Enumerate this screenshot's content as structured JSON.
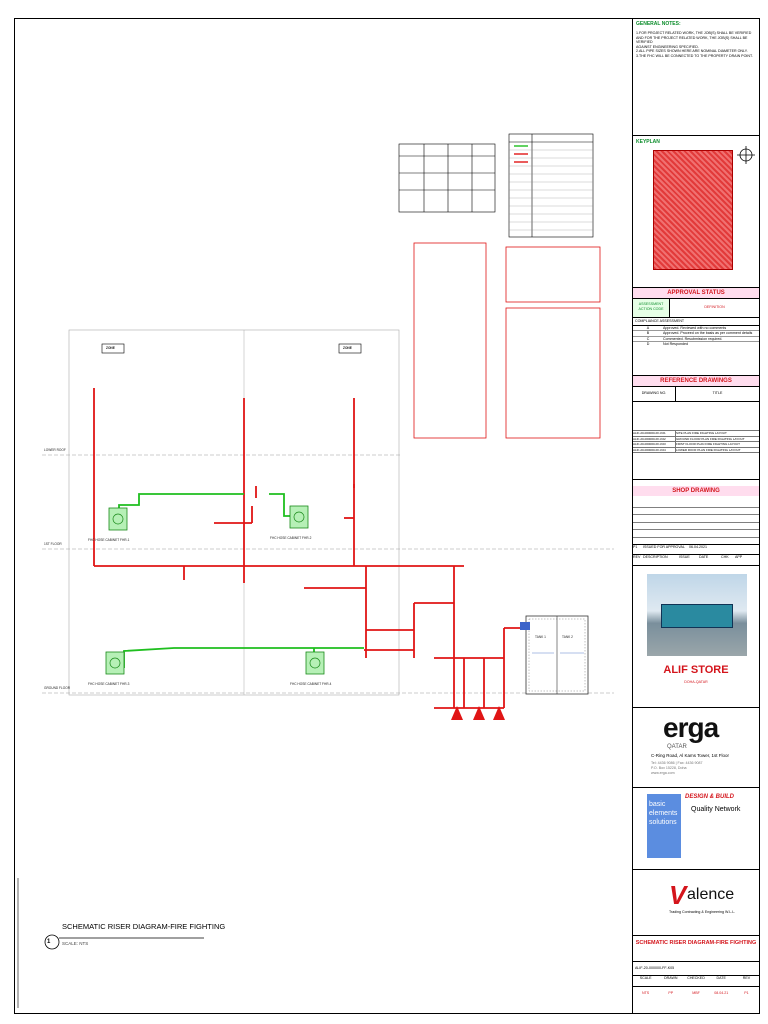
{
  "drawing": {
    "title": "SCHEMATIC RISER DIAGRAM-FIRE FIGHTING",
    "scale": "SCALE: NTS",
    "view_number": "1",
    "level_labels": [
      "LOWER ROOF",
      "1ST FLOOR",
      "GROUND FLOOR"
    ],
    "zone_labels": [
      "ZONE",
      "ZONE"
    ],
    "equipment_labels": [
      "FHC HOSE CABINET FHR-1",
      "FHC HOSE CABINET FHR-2",
      "FHC HOSE CABINET FHR-3",
      "FHC HOSE CABINET FHR-4",
      "TANK 1",
      "TANK 2"
    ]
  },
  "general_notes": {
    "heading": "GENERAL NOTES:",
    "lines": [
      "1.FOR PROJECT RELATED WORK, THE JOB(S) SHALL BE VERIFIED",
      "  AND FOR THE PROJECT RELATED WORK, THE JOB(S) SHALL BE VERIFIED",
      "  AGAINST ENGINEERING SPECIFIED.",
      "2.ALL PIPE SIZES SHOWN HERE ARE NOMINAL DIAMETER ONLY.",
      "3.THE FHC WILL BE CONNECTED TO THE PROPERTY DRAIN POINT."
    ]
  },
  "keyplan": {
    "heading": "KEYPLAN"
  },
  "approval": {
    "heading": "APPROVAL STATUS",
    "col1": "ASSESSMENT ACTION CODE",
    "col2": "DEFINITION",
    "compliance": "COMPLIANCE ASSESSMENT",
    "codes": [
      {
        "code": "A",
        "text": "Approved. Reviewed with no comments"
      },
      {
        "code": "B",
        "text": "Approved. Proceed on the basis as per comment details"
      },
      {
        "code": "C",
        "text": "Commented. Resubmission required."
      },
      {
        "code": "D",
        "text": "Not Responded"
      }
    ]
  },
  "reference": {
    "heading": "REFERENCE DRAWINGS",
    "col1": "DRAWING NO.",
    "col2": "TITLE",
    "rows": [
      {
        "no": "ALIF-20-000000-FF-K01",
        "title": "SITE PLAN FIRE FIGHTING LAYOUT"
      },
      {
        "no": "ALIF-20-000000-FF-K02",
        "title": "GROUND FLOOR PLAN FIRE FIGHTING LAYOUT"
      },
      {
        "no": "ALIF-20-000000-FF-K03",
        "title": "FIRST FLOOR PLAN FIRE FIGHTING LAYOUT"
      },
      {
        "no": "ALIF-20-000000-FF-K04",
        "title": "LOWER ROOF PLAN FIRE FIGHTING LAYOUT"
      }
    ]
  },
  "shop": {
    "heading": "SHOP DRAWING",
    "rev_row": {
      "rev": "P1",
      "desc": "ISSUED FOR APPROVAL",
      "date": "06.04.2021"
    },
    "header": {
      "rev": "REV",
      "desc": "DESCRIPTION",
      "issue": "ISSUE",
      "date": "DATE",
      "chk": "CHK",
      "app": "APP"
    }
  },
  "project": {
    "name": "ALIF STORE",
    "location": "DOHA-QATAR"
  },
  "client": {
    "logo": "erga",
    "country": "QATAR",
    "address": "C-Ring Road, Al Kams Tower, 1st Floor",
    "lines": [
      "Tel: 4436 9086 | Fax: 4436 9087",
      "P.O. Box 15228, Doha",
      "www.erga.com"
    ]
  },
  "consultant": {
    "lines": [
      "basic",
      "elements",
      "solutions"
    ],
    "tag": "DESIGN & BUILD",
    "qn": "Quality Network"
  },
  "contractor": {
    "name": "alence",
    "initial": "V",
    "sub": "Trading Contracting & Engineering W.L.L."
  },
  "sheet_title": "SCHEMATIC RISER DIAGRAM-FIRE FIGHTING",
  "doc_number": "ALIF-20-000000-FF-K05",
  "footer": {
    "row1": [
      "SCALE",
      "DRAWN",
      "CHECKED",
      "DATE",
      "REV"
    ],
    "row2": [
      "NTS",
      "PP",
      "MBF",
      "08.04.21",
      "P1"
    ]
  },
  "colors": {
    "accent": "#d4151c",
    "pipe_green": "#1fbf1f",
    "pipe_red": "#e01515"
  }
}
